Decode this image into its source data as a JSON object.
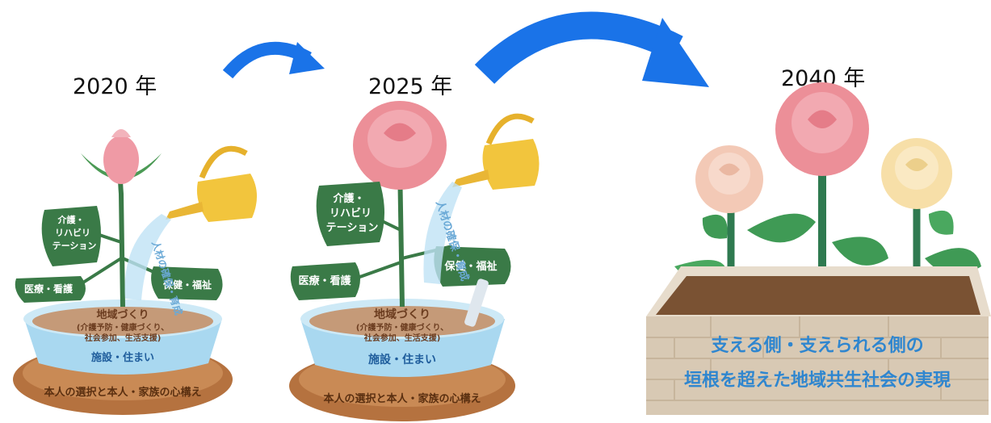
{
  "years": {
    "y2020": "2020 年",
    "y2025": "2025 年",
    "y2040": "2040 年"
  },
  "left_plant": {
    "leaves": {
      "top": "介護・\nリハビリ\nテーション",
      "left": "医療・看護",
      "right": "保健・福祉"
    },
    "water": "人材の確保・育成",
    "soil": {
      "title": "地域づくり",
      "sub1": "(介護予防・健康づくり、",
      "sub2": "社会参加、生活支援)"
    },
    "bowl": "施設・住まい",
    "saucer": "本人の選択と本人・家族の心構え"
  },
  "mid_plant": {
    "leaves": {
      "top": "介護・\nリハビリ\nテーション",
      "left": "医療・看護",
      "right": "保健・福祉"
    },
    "water": "人材の確保・育成",
    "soil": {
      "title": "地域づくり",
      "sub1": "(介護予防・健康づくり、",
      "sub2": "社会参加、生活支援)"
    },
    "bowl": "施設・住まい",
    "saucer": "本人の選択と本人・家族の心構え"
  },
  "planter": {
    "line1": "支える側・支えられる側の",
    "line2": "垣根を超えた地域共生社会の実現"
  },
  "colors": {
    "arrow": "#1a73e8",
    "leaf": "#3a7a47",
    "rose_pink": "#ec8f98",
    "rose_peach": "#f3c9b6",
    "rose_cream": "#f7dfa8",
    "brick": "#d8c9b4",
    "brick_text": "#2f86cf",
    "soil": "#b88a6a",
    "bowl": "#a9d8f0",
    "saucer": "#b5723f",
    "can": "#f2c53d"
  }
}
